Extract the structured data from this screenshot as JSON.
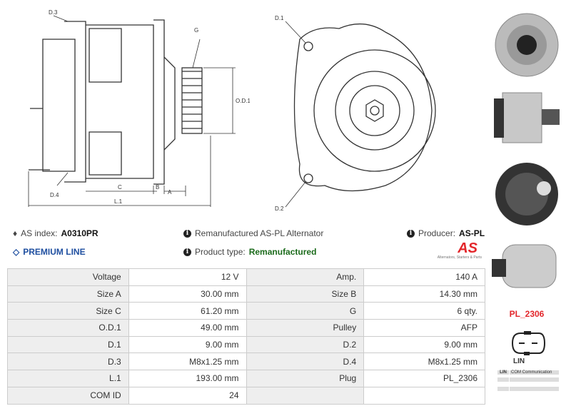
{
  "drawing": {
    "labels": {
      "d3": "D.3",
      "d4": "D.4",
      "g": "G",
      "od1": "O.D.1",
      "c": "C",
      "b": "B",
      "a": "A",
      "l1": "L.1",
      "d1": "D.1",
      "d2": "D.2"
    }
  },
  "header": {
    "as_index_label": "AS index:",
    "as_index": "A0310PR",
    "title": "Remanufactured AS-PL Alternator",
    "producer_label": "Producer:",
    "producer": "AS-PL",
    "premium": "PREMIUM LINE",
    "type_label": "Product type:",
    "type": "Remanufactured",
    "logo_text": "AS",
    "logo_tagline": "Alternators, Starters & Parts"
  },
  "specs": [
    [
      "Voltage",
      "12 V",
      "Amp.",
      "140 A"
    ],
    [
      "Size A",
      "30.00 mm",
      "Size B",
      "14.30 mm"
    ],
    [
      "Size C",
      "61.20 mm",
      "G",
      "6 qty."
    ],
    [
      "O.D.1",
      "49.00 mm",
      "Pulley",
      "AFP"
    ],
    [
      "D.1",
      "9.00 mm",
      "D.2",
      "9.00 mm"
    ],
    [
      "D.3",
      "M8x1.25 mm",
      "D.4",
      "M8x1.25 mm"
    ],
    [
      "L.1",
      "193.00 mm",
      "Plug",
      "PL_2306"
    ],
    [
      "COM ID",
      "24",
      "",
      ""
    ]
  ],
  "plug": {
    "name": "PL_2306",
    "type": "LIN",
    "legend": [
      [
        "LIN",
        "COM Communication"
      ]
    ]
  },
  "colors": {
    "accent_red": "#e3262b",
    "premium_blue": "#1f4fa0",
    "green": "#1b6b1b"
  }
}
